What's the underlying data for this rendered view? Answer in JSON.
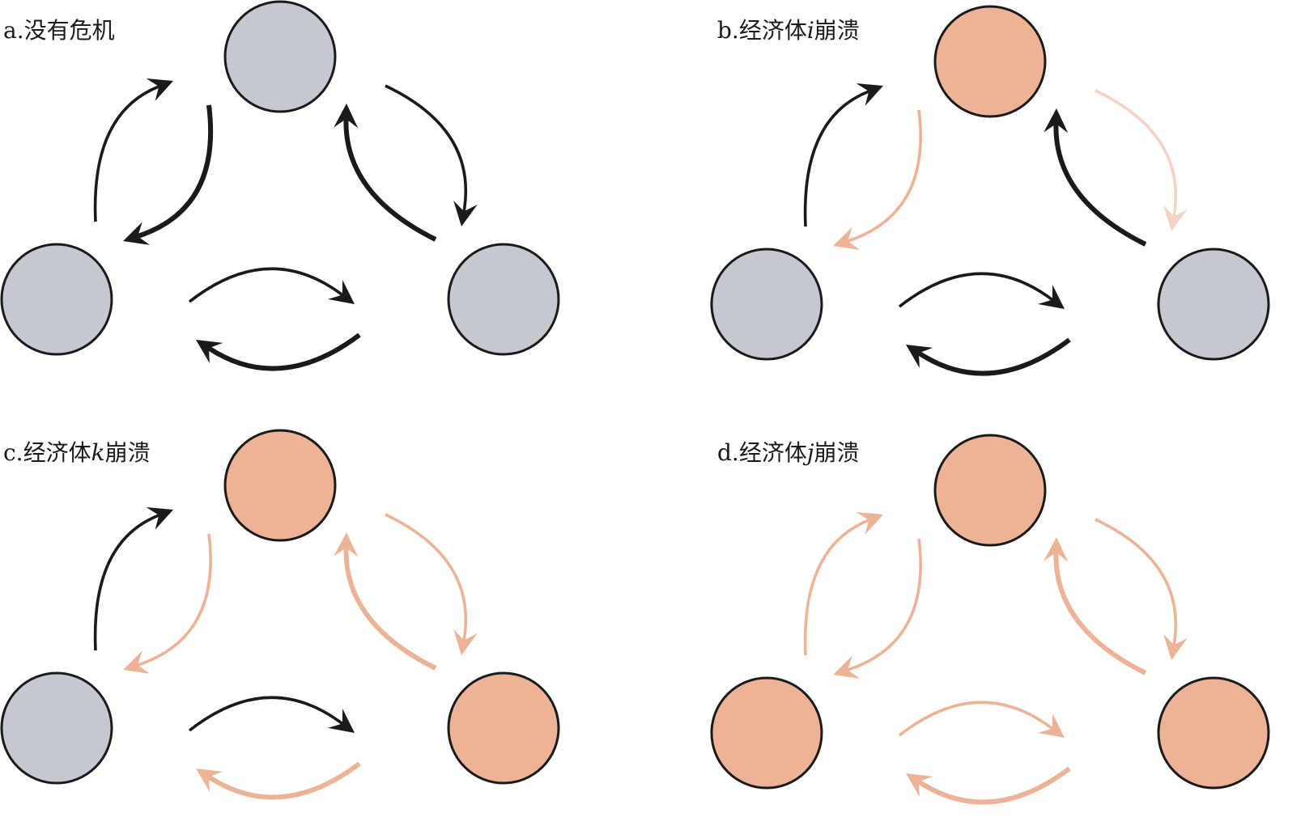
{
  "colors": {
    "normal_node": "#c5c9cf",
    "collapsed_node": "#edb397",
    "node_stroke": "#1a1a1a",
    "strong_link": "#1a1a1a",
    "weak_link": "#edb397",
    "faint_link": "#f4d5c5"
  },
  "panels": [
    {
      "id": "a",
      "title_prefix": "a.没有危机",
      "title_var": "",
      "title_suffix": "",
      "nodes": {
        "top": "normal",
        "left": "normal",
        "right": "normal"
      },
      "arrows": {
        "left_to_top": "strong-thin",
        "top_to_left": "strong-thick",
        "top_to_right": "strong-thin",
        "right_to_top": "strong-thick",
        "left_to_right": "strong-thin",
        "right_to_left": "strong-thick"
      }
    },
    {
      "id": "b",
      "title_prefix": "b.经济体",
      "title_var": "i",
      "title_suffix": "崩溃",
      "nodes": {
        "top": "collapsed",
        "left": "normal",
        "right": "normal"
      },
      "arrows": {
        "left_to_top": "strong-thin",
        "top_to_left": "weak-thin",
        "top_to_right": "faint-thin",
        "right_to_top": "strong-thick",
        "left_to_right": "strong-thin",
        "right_to_left": "strong-thick"
      }
    },
    {
      "id": "c",
      "title_prefix": "c.经济体",
      "title_var": "k",
      "title_suffix": "崩溃",
      "nodes": {
        "top": "collapsed",
        "left": "normal",
        "right": "collapsed"
      },
      "arrows": {
        "left_to_top": "strong-thin",
        "top_to_left": "weak-thin",
        "top_to_right": "weak-thin",
        "right_to_top": "weak-thick",
        "left_to_right": "strong-thin",
        "right_to_left": "weak-thick"
      }
    },
    {
      "id": "d",
      "title_prefix": "d.经济体",
      "title_var": "j",
      "title_suffix": "崩溃",
      "nodes": {
        "top": "collapsed",
        "left": "collapsed",
        "right": "collapsed"
      },
      "arrows": {
        "left_to_top": "weak-thin",
        "top_to_left": "weak-thin",
        "top_to_right": "weak-thin",
        "right_to_top": "weak-thick",
        "left_to_right": "weak-thin",
        "right_to_left": "weak-thick"
      }
    }
  ]
}
